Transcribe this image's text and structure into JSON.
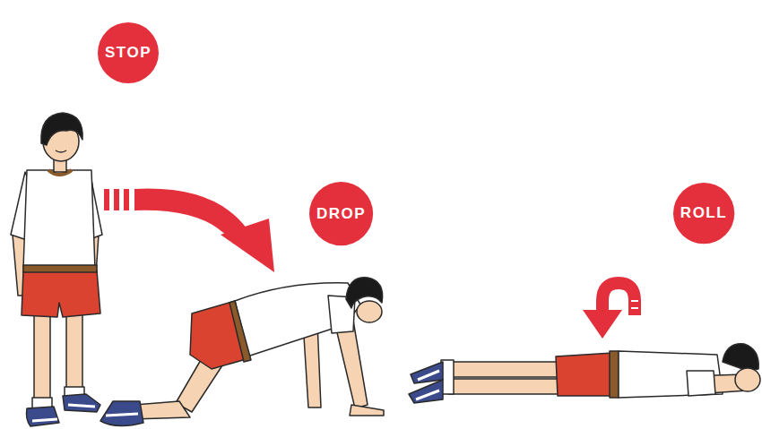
{
  "diagram": {
    "nodes": [
      {
        "text": [
          "STOP"
        ]
      },
      {
        "text": [
          "DROP"
        ]
      },
      {
        "text": [
          "ROLL"
        ]
      }
    ]
  }
}
